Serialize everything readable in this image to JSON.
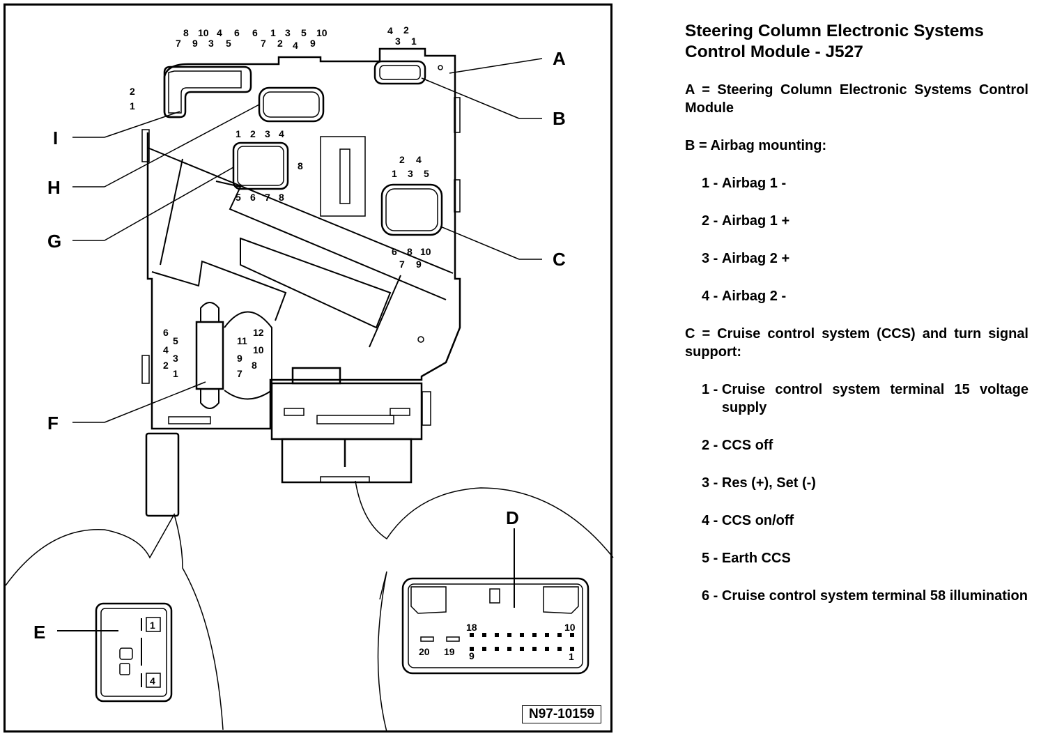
{
  "document": {
    "title_line1": "Steering Column Electronic Systems",
    "title_line2": "Control Module - J527",
    "figure_id": "N97-10159"
  },
  "legend": {
    "A": "A = Steering Column Electronic Systems Control Module",
    "B": "B = Airbag mounting:",
    "B_items": [
      {
        "num": "1 - ",
        "text": "Airbag 1 -"
      },
      {
        "num": "2 - ",
        "text": "Airbag 1 +"
      },
      {
        "num": "3 - ",
        "text": "Airbag 2 +"
      },
      {
        "num": "4 - ",
        "text": "Airbag 2 -"
      }
    ],
    "C": "C = Cruise control system (CCS) and turn signal support:",
    "C_items": [
      {
        "num": "1 - ",
        "text": "Cruise control system terminal 15 voltage supply"
      },
      {
        "num": "2 - ",
        "text": "CCS off"
      },
      {
        "num": "3 - ",
        "text": "Res (+), Set (-)"
      },
      {
        "num": "4 - ",
        "text": "CCS on/off"
      },
      {
        "num": "5 - ",
        "text": "Earth CCS"
      },
      {
        "num": "6 - ",
        "text": "Cruise control system terminal 58 illumination"
      }
    ]
  },
  "callouts": {
    "A": "A",
    "B": "B",
    "C": "C",
    "D": "D",
    "E": "E",
    "F": "F",
    "G": "G",
    "H": "H",
    "I": "I"
  },
  "connectors": {
    "I_pins_top_row1": [
      "8",
      "10",
      "4",
      "6"
    ],
    "I_pins_top_row2": [
      "7",
      "9",
      "3",
      "5"
    ],
    "I_pins_side": [
      "2",
      "1"
    ],
    "H_pins_row1": [
      "6",
      "1",
      "3",
      "5",
      "10"
    ],
    "H_pins_row2": [
      "7",
      "2",
      "4",
      "9"
    ],
    "H_pin_extra": "8",
    "G_pins_top": [
      "1",
      "2",
      "3",
      "4"
    ],
    "G_pins_bottom": [
      "5",
      "6",
      "7",
      "8"
    ],
    "B_pins_row1": [
      "4",
      "2"
    ],
    "B_pins_row2": [
      "3",
      "1"
    ],
    "C_pins_top1": [
      "2",
      "4"
    ],
    "C_pins_top2": [
      "1",
      "3",
      "5"
    ],
    "C_pins_bottom1": [
      "6",
      "8",
      "10"
    ],
    "C_pins_bottom2": [
      "7",
      "9"
    ],
    "F_pins_left": [
      "6",
      "5",
      "4",
      "3",
      "2",
      "1"
    ],
    "F_pins_right": [
      "12",
      "11",
      "10",
      "9",
      "8",
      "7"
    ],
    "E_pins": [
      "1",
      "4"
    ],
    "D_pins_top": [
      "18",
      "10"
    ],
    "D_pins_bottom": [
      "9",
      "1"
    ],
    "D_pins_side": [
      "20",
      "19"
    ]
  }
}
